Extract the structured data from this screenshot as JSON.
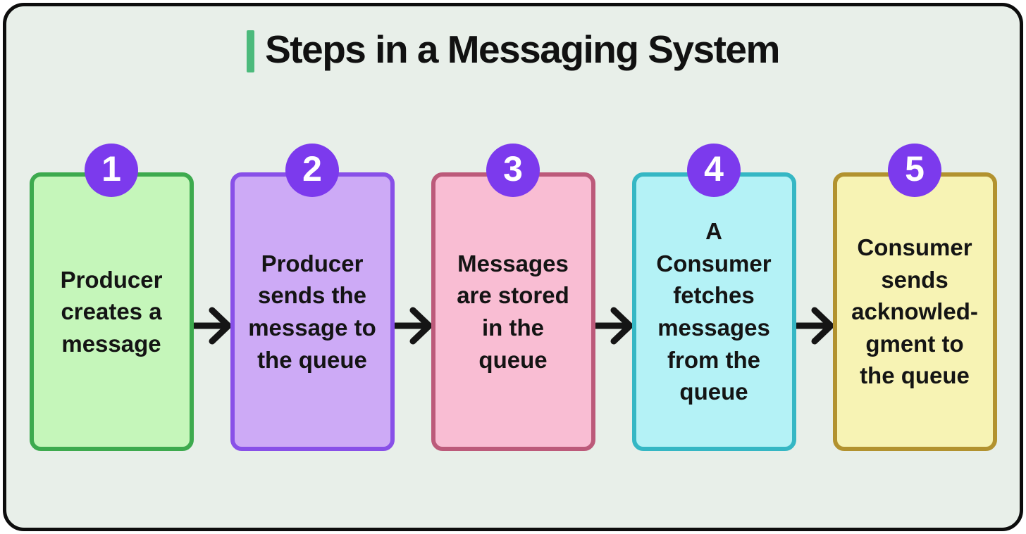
{
  "frame": {
    "background": "#e8efe9",
    "border_color": "#0d0d0d",
    "outer_background": "#ffffff"
  },
  "title": {
    "text": "Steps in a Messaging System",
    "accent_color": "#4cba7c",
    "text_color": "#111111"
  },
  "badge": {
    "background": "#7c3aed",
    "text_color": "#ffffff"
  },
  "arrow": {
    "color": "#151515",
    "count": 4
  },
  "steps": [
    {
      "number": "1",
      "text": "Producer\ncreates a\nmessage",
      "fill": "#c5f6ba",
      "border": "#3daa4e"
    },
    {
      "number": "2",
      "text": "Producer\nsends the\nmessage to\nthe queue",
      "fill": "#cdaaf6",
      "border": "#8850e8"
    },
    {
      "number": "3",
      "text": "Messages\nare stored\nin the\nqueue",
      "fill": "#f9bdd3",
      "border": "#bc5a7a"
    },
    {
      "number": "4",
      "text": "A\nConsumer\nfetches\nmessages\nfrom the\nqueue",
      "fill": "#b4f2f6",
      "border": "#35b7c4"
    },
    {
      "number": "5",
      "text": "Consumer\nsends\nacknowled-\ngment to\nthe queue",
      "fill": "#f7f3b4",
      "border": "#b2922f"
    }
  ]
}
